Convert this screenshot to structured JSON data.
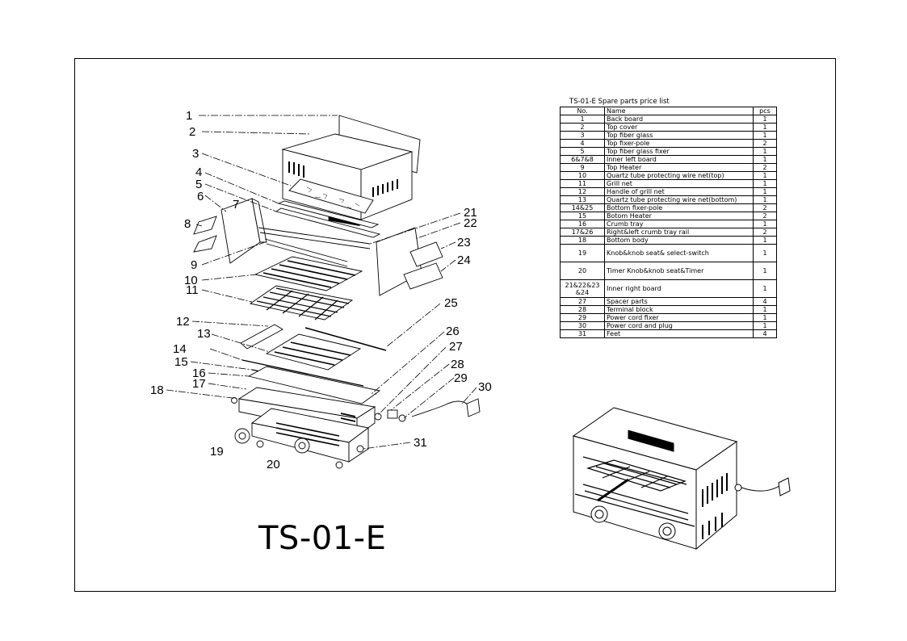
{
  "model_title": "TS-01-E",
  "parts_table": {
    "caption": "TS-01-E Spare parts price list",
    "headers": [
      "No.",
      "Name",
      "pcs"
    ],
    "rows": [
      {
        "no": "1",
        "name": "Back board",
        "pcs": "1"
      },
      {
        "no": "2",
        "name": "Top cover",
        "pcs": "1"
      },
      {
        "no": "3",
        "name": "Top fiber glass",
        "pcs": "1"
      },
      {
        "no": "4",
        "name": "Top  fixer-pole",
        "pcs": "2"
      },
      {
        "no": "5",
        "name": "Top  fiber glass fixer",
        "pcs": "1"
      },
      {
        "no": "6&7&8",
        "name": "Inner left board",
        "pcs": "1"
      },
      {
        "no": "9",
        "name": "Top Heater",
        "pcs": "2"
      },
      {
        "no": "10",
        "name": "Quartz tube protecting wire net(top)",
        "pcs": "1"
      },
      {
        "no": "11",
        "name": "Grill net",
        "pcs": "1"
      },
      {
        "no": "12",
        "name": "Handle of grill net",
        "pcs": "1"
      },
      {
        "no": "13",
        "name": "Quartz tube protecting wire net(bottom)",
        "pcs": "1"
      },
      {
        "no": "14&25",
        "name": "Bottom  fixer-pole",
        "pcs": "2"
      },
      {
        "no": "15",
        "name": "Botom Heater",
        "pcs": "2"
      },
      {
        "no": "16",
        "name": "Crumb tray",
        "pcs": "1"
      },
      {
        "no": "17&26",
        "name": "Right&left crumb tray rail",
        "pcs": "2"
      },
      {
        "no": "18",
        "name": "Bottom body",
        "pcs": "1"
      },
      {
        "no": "19",
        "name": "Knob&knob seat& select-switch",
        "pcs": "1",
        "tall": true
      },
      {
        "no": "20",
        "name": "Timer  Knob&knob seat&Timer",
        "pcs": "1",
        "tall": true
      },
      {
        "no": "21&22&23 &24",
        "name": "Inner right board",
        "pcs": "1",
        "tall": true
      },
      {
        "no": "27",
        "name": "Spacer parts",
        "pcs": "4"
      },
      {
        "no": "28",
        "name": "Terminal block",
        "pcs": "1"
      },
      {
        "no": "29",
        "name": "Power cord fixer",
        "pcs": "1"
      },
      {
        "no": "30",
        "name": "Power cord and plug",
        "pcs": "1"
      },
      {
        "no": "31",
        "name": "Feet",
        "pcs": "4"
      }
    ]
  },
  "callouts": [
    "1",
    "2",
    "3",
    "4",
    "5",
    "6",
    "7",
    "8",
    "9",
    "10",
    "11",
    "12",
    "13",
    "14",
    "15",
    "16",
    "17",
    "18",
    "19",
    "20",
    "21",
    "22",
    "23",
    "24",
    "25",
    "26",
    "27",
    "28",
    "29",
    "30",
    "31"
  ]
}
